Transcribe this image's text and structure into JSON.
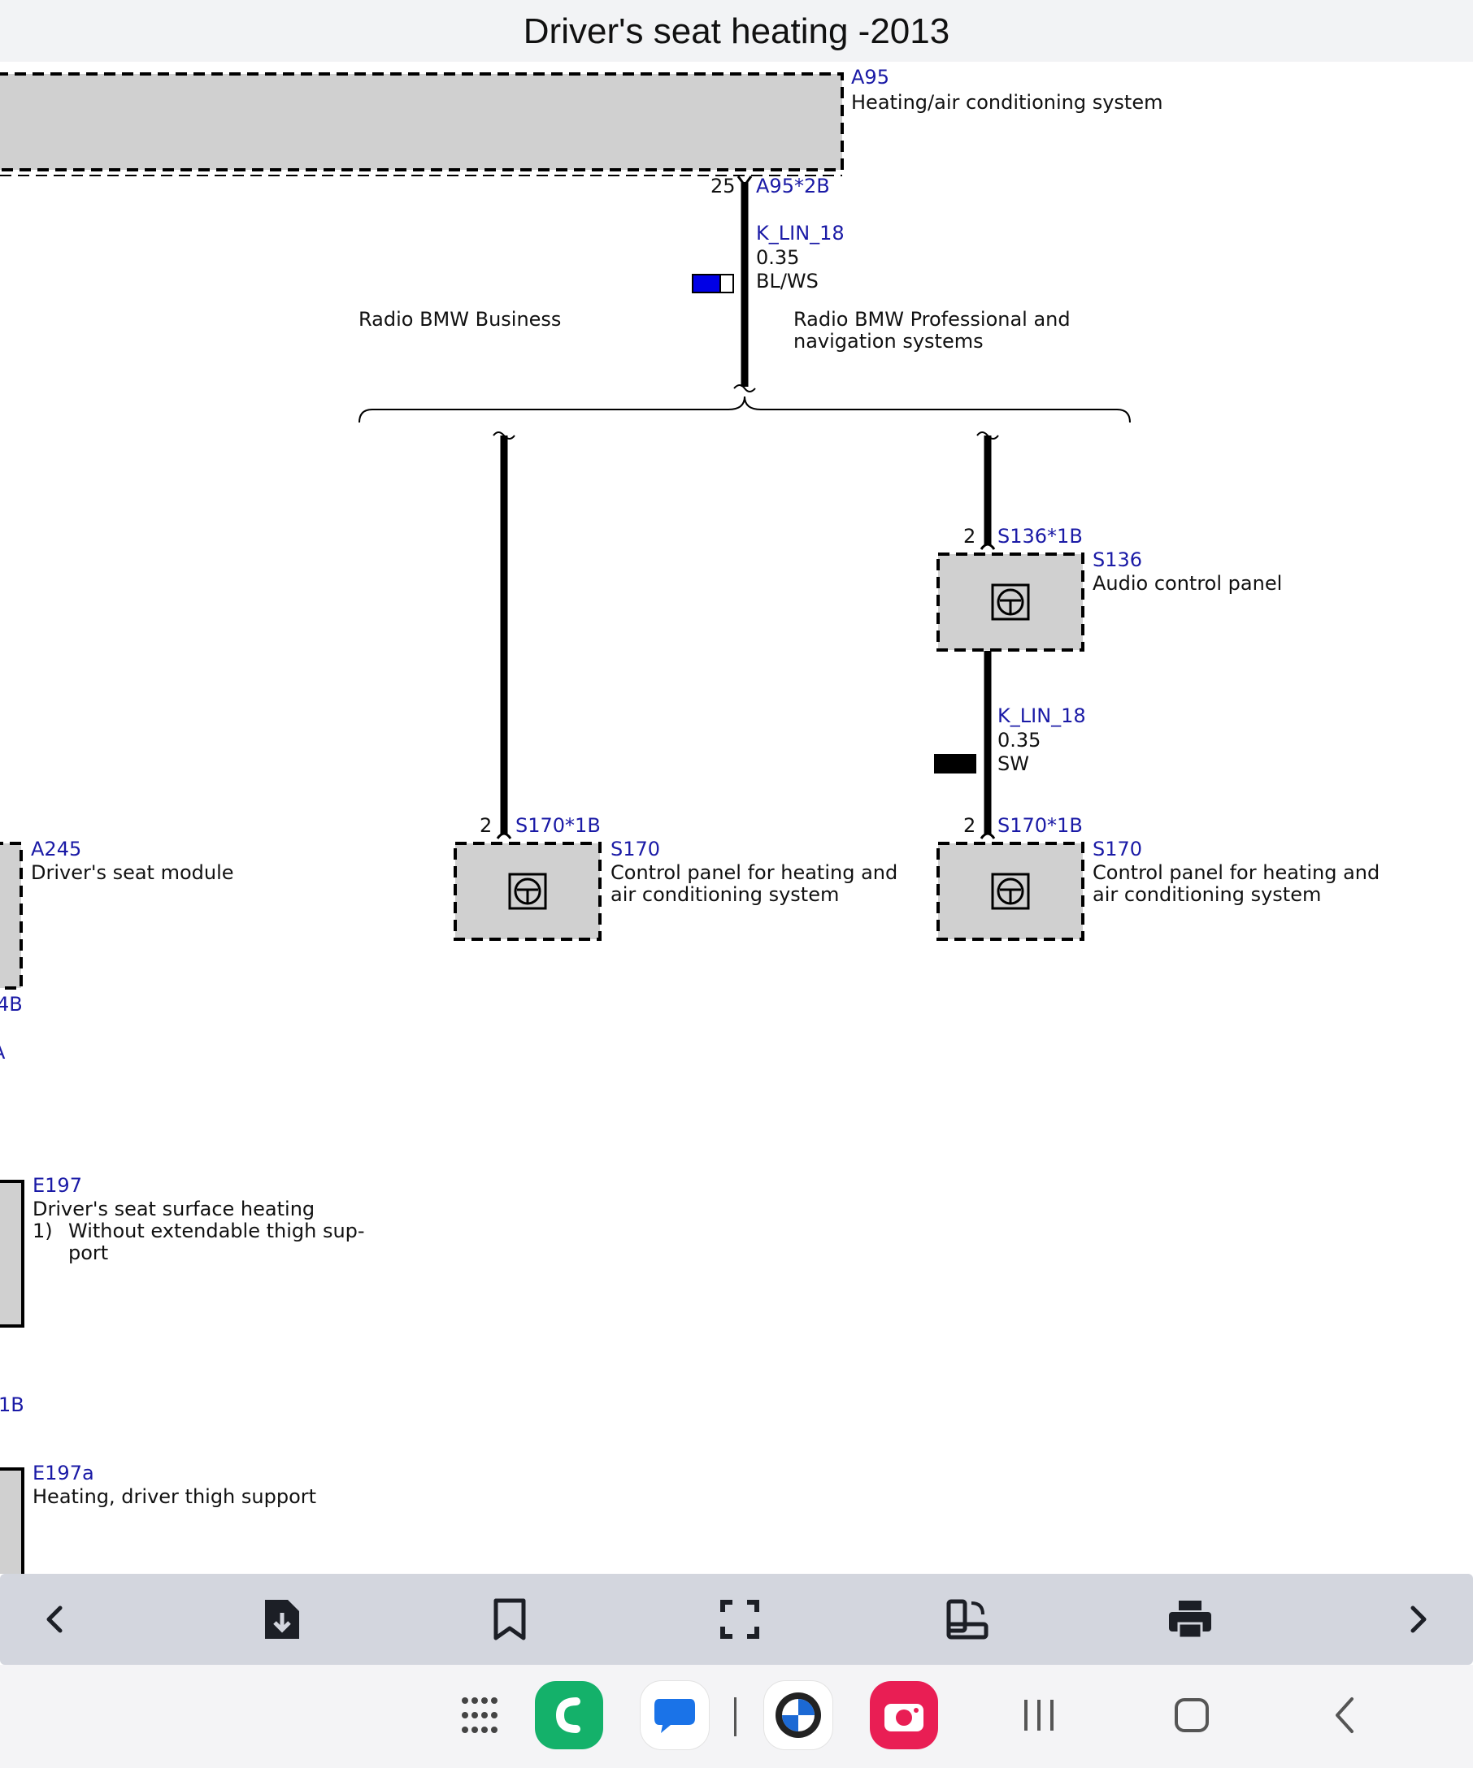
{
  "page": {
    "title": "Driver's seat heating -2013"
  },
  "diagram": {
    "a95": {
      "id": "A95",
      "name": "Heating/air conditioning system"
    },
    "a95_connector": {
      "pin": "25",
      "id": "A95*2B"
    },
    "wire_top": {
      "signal": "K_LIN_18",
      "gauge": "0.35",
      "color": "BL/WS",
      "swatch": [
        "#0000e6",
        "#ffffff"
      ]
    },
    "variant_left": "Radio BMW Business",
    "variant_right": "Radio BMW Professional and navigation systems",
    "s136_connector": {
      "pin": "2",
      "id": "S136*1B"
    },
    "s136": {
      "id": "S136",
      "name": "Audio control panel"
    },
    "wire_s136": {
      "signal": "K_LIN_18",
      "gauge": "0.35",
      "color": "SW",
      "swatch": [
        "#000000"
      ]
    },
    "s170_left_connector": {
      "pin": "2",
      "id": "S170*1B"
    },
    "s170_left": {
      "id": "S170",
      "name_line1": "Control panel for heating and",
      "name_line2": "air conditioning system"
    },
    "s170_right_connector": {
      "pin": "2",
      "id": "S170*1B"
    },
    "s170_right": {
      "id": "S170",
      "name_line1": "Control panel for heating and",
      "name_line2": "air conditioning system"
    },
    "a245": {
      "id": "A245",
      "name": "Driver's seat module"
    },
    "a245_conn_fragment": "4B",
    "a245_line_fragment": "A",
    "e197": {
      "id": "E197",
      "name": "Driver's seat surface heating",
      "note_num": "1)",
      "note_line1": "Without extendable thigh sup-",
      "note_line2": "port"
    },
    "e197_conn_fragment": "1B",
    "e197a": {
      "id": "E197a",
      "name": "Heating, driver thigh support"
    },
    "colors": {
      "ref": "#1a1aa6",
      "component_fill": "#d0d0d0"
    }
  },
  "toolbar": {
    "items": [
      "chevron-left-icon",
      "download-icon",
      "bookmark-icon",
      "fullscreen-icon",
      "rotate-page-icon",
      "print-icon",
      "chevron-right-icon"
    ]
  },
  "navbar": {
    "items": [
      "app-drawer-icon",
      "phone-app-icon",
      "messages-app-icon",
      "bmw-app-icon",
      "camera-app-icon",
      "recents-icon",
      "home-icon",
      "back-icon"
    ]
  }
}
